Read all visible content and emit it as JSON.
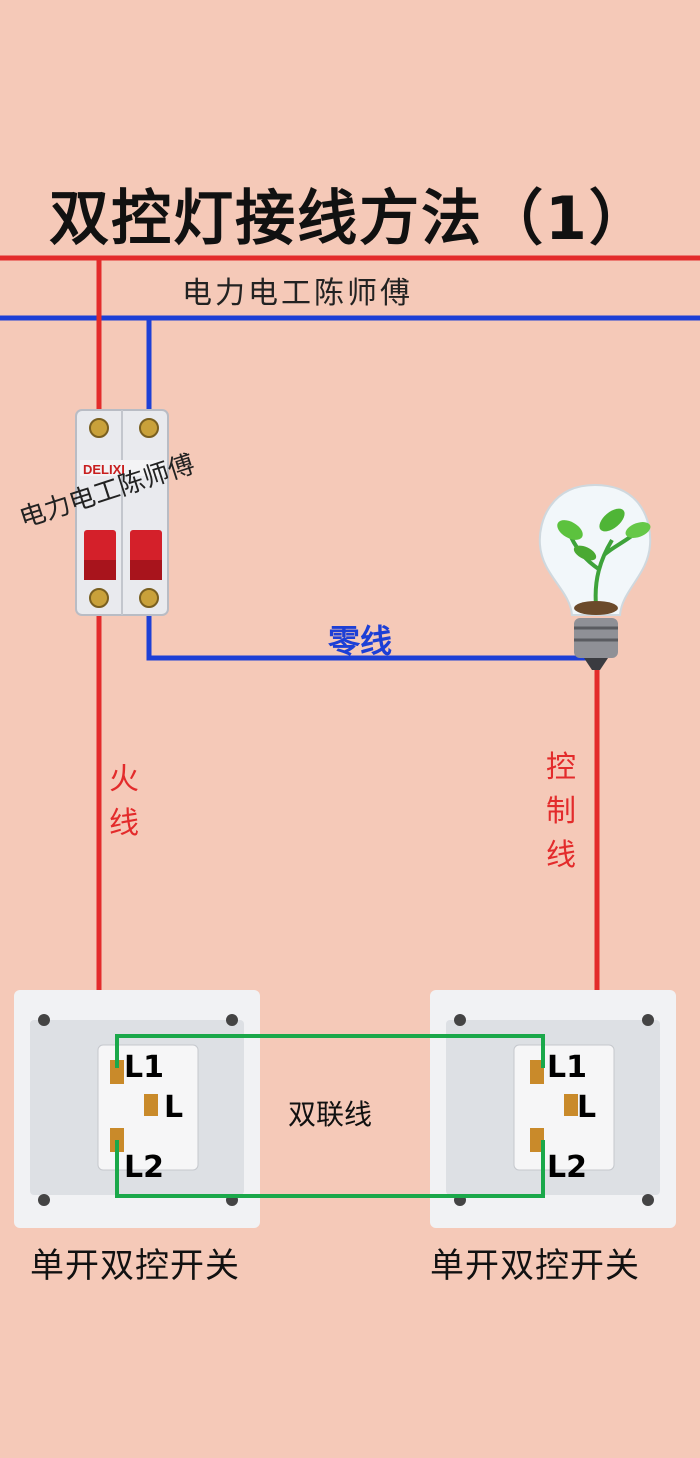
{
  "title": "双控灯接线方法（1）",
  "credit": "电力电工陈师傅",
  "breaker_watermark": "电力电工陈师傅",
  "breaker_brand": "DELIXI",
  "labels": {
    "neutral": "零线",
    "live": "火线",
    "control": "控制线",
    "bridge": "双联线"
  },
  "switches": {
    "left_name": "单开双控开关",
    "right_name": "单开双控开关",
    "terminals": [
      "L1",
      "L",
      "L2"
    ]
  },
  "colors": {
    "background": "#f5c9b8",
    "live_wire": "#e32b2b",
    "neutral_wire": "#1d3fd6",
    "bridge_wire": "#1aa84a"
  }
}
